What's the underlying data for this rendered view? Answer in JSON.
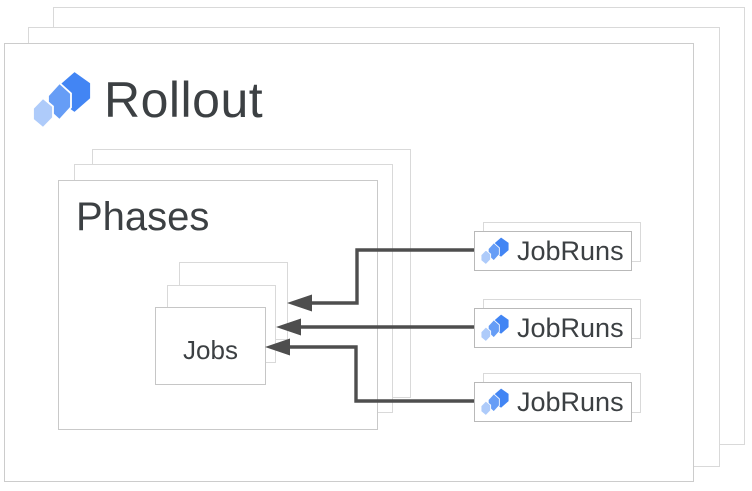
{
  "diagram": {
    "rollout": {
      "label": "Rollout"
    },
    "phases": {
      "label": "Phases"
    },
    "jobs": {
      "label": "Jobs"
    },
    "jobruns": [
      {
        "label": "JobRuns"
      },
      {
        "label": "JobRuns"
      },
      {
        "label": "JobRuns"
      }
    ]
  },
  "colors": {
    "background": "#ffffff",
    "box_border_light": "#d9d9d9",
    "box_border_front": "#c6c6c6",
    "arrow": "#4e4e4e",
    "text": "#3c4043",
    "icon_blue": "#4285f4",
    "icon_blue_medium": "#669df6",
    "icon_blue_light": "#aecbfa"
  }
}
